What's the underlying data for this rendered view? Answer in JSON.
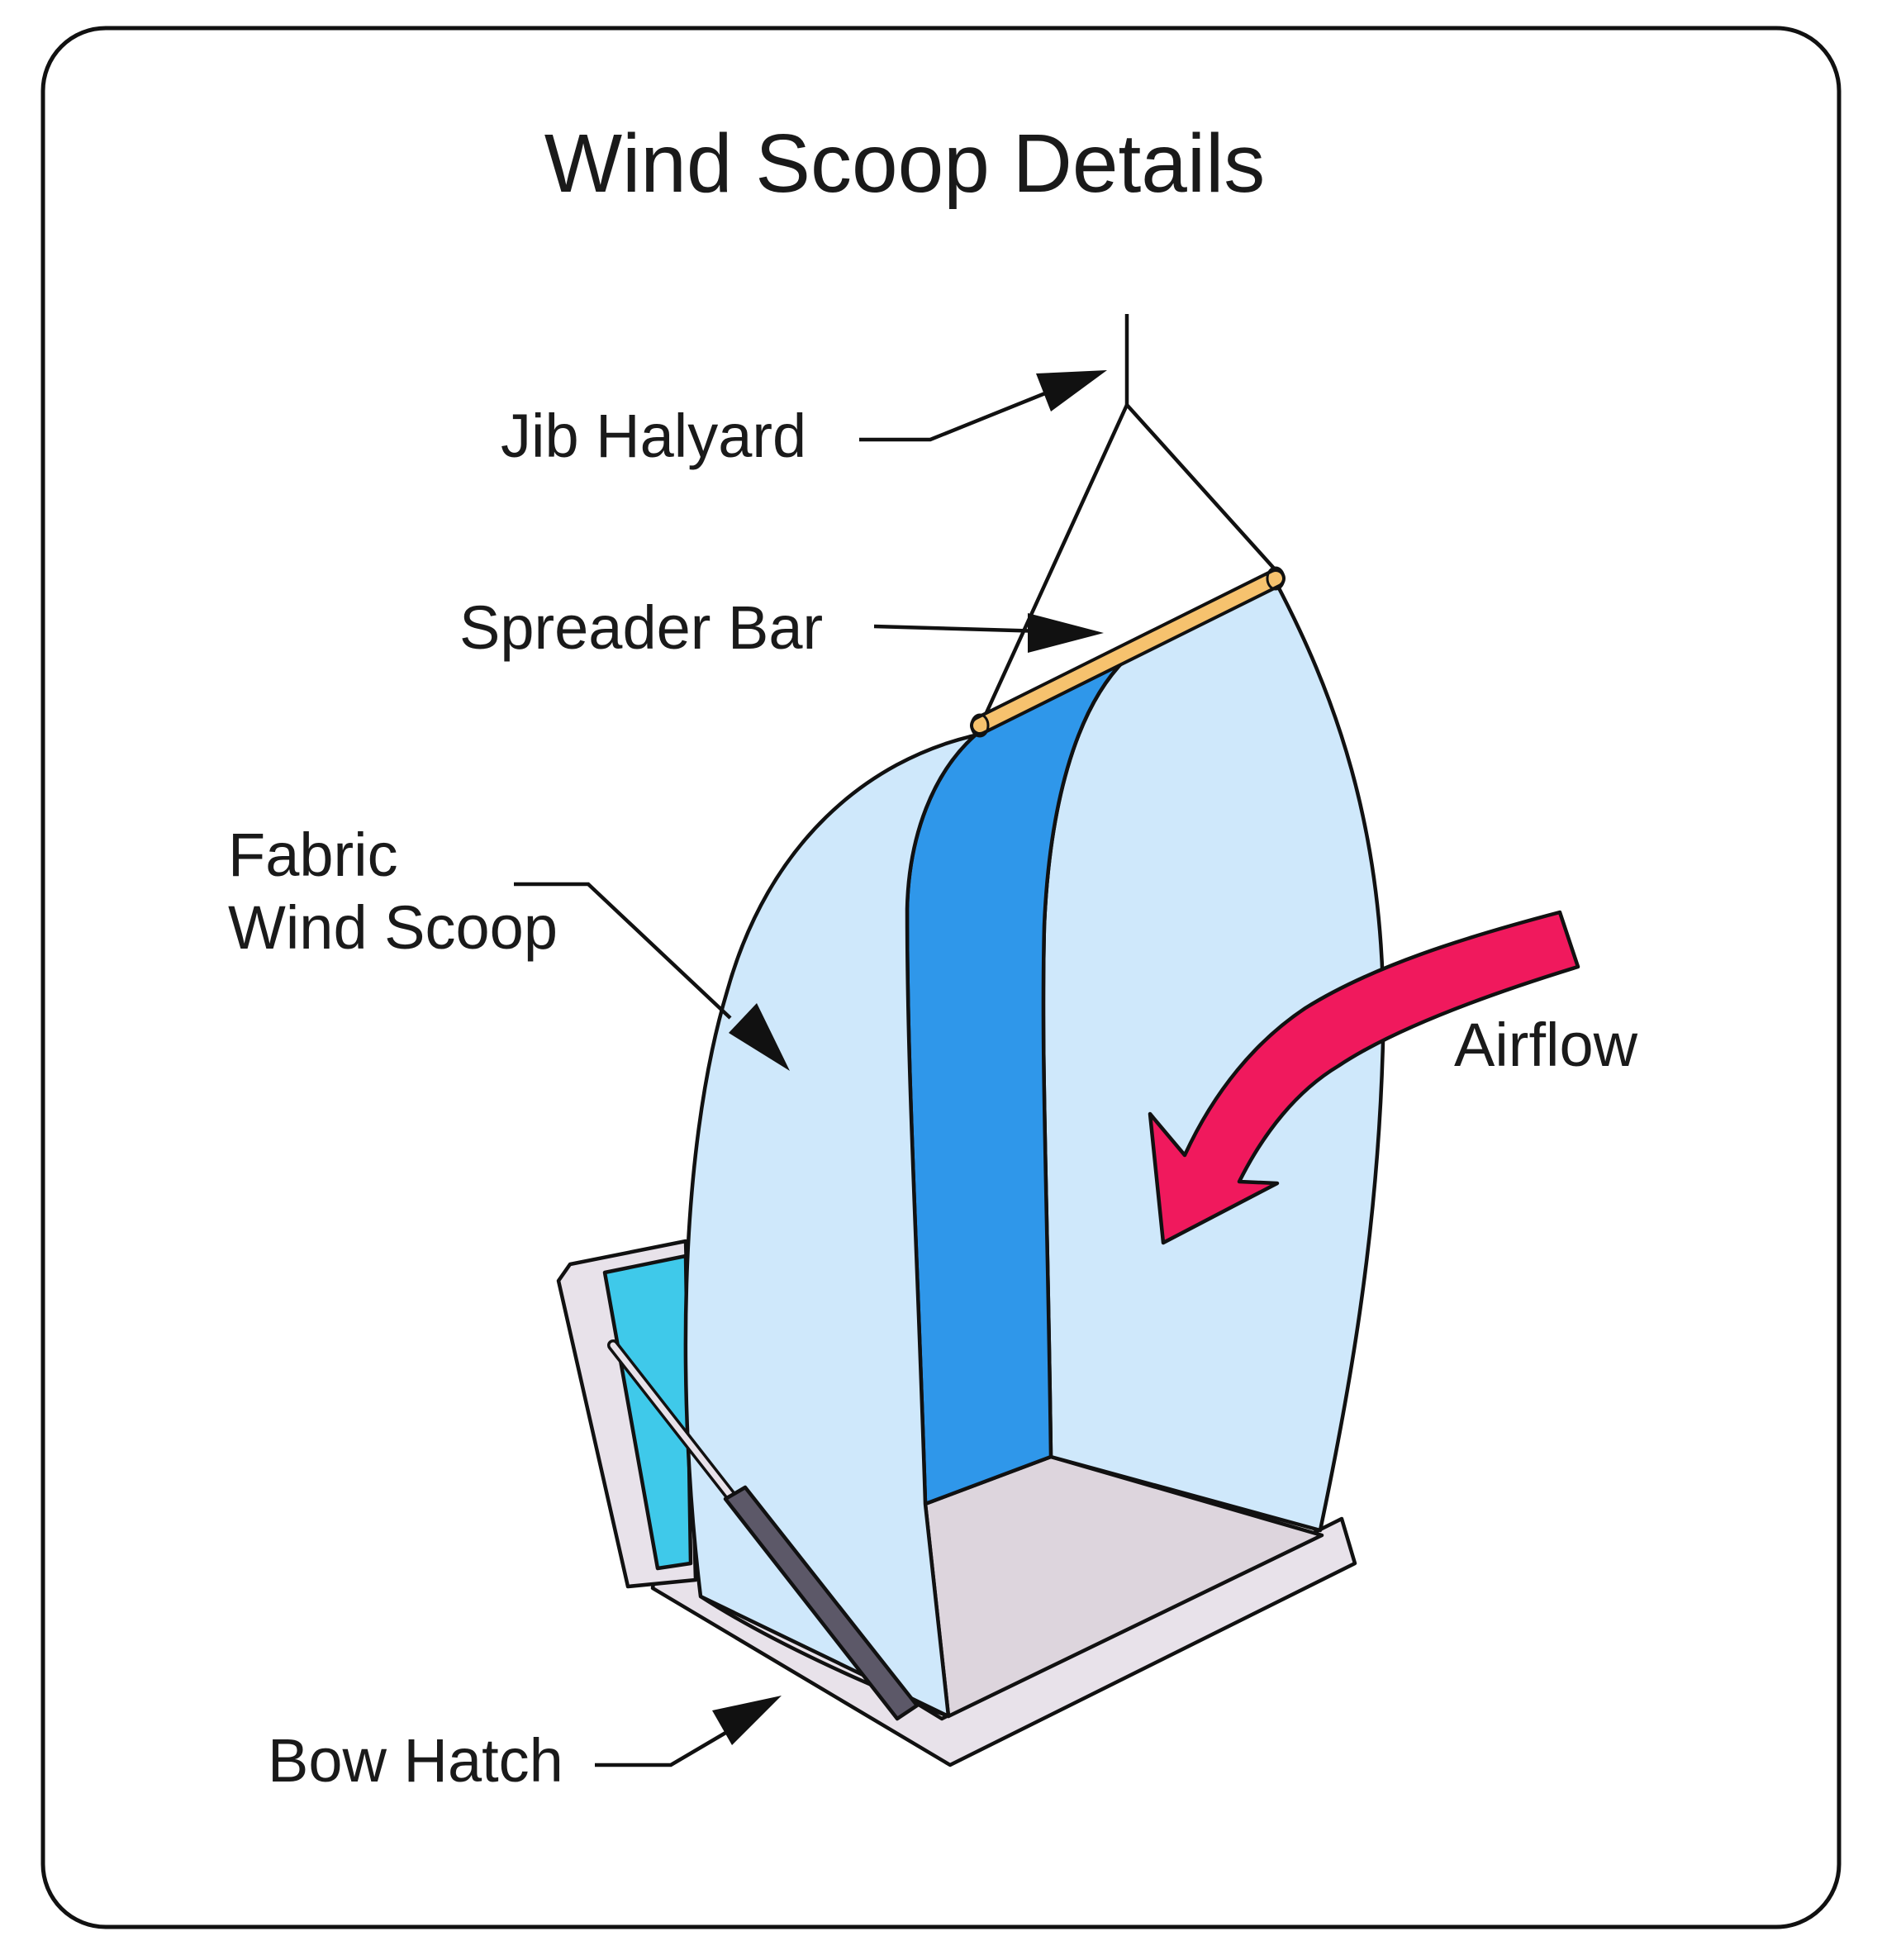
{
  "title": "Wind Scoop Details",
  "labels": {
    "jib_halyard": "Jib Halyard",
    "spreader_bar": "Spreader Bar",
    "fabric_line1": "Fabric",
    "fabric_line2": "Wind Scoop",
    "airflow": "Airflow",
    "bow_hatch": "Bow Hatch"
  },
  "colors": {
    "fabric_light": "#cfe8fb",
    "fabric_dark": "#2f97ea",
    "spreader_bar": "#f6c26e",
    "airflow_arrow": "#f0195d",
    "hatch_frame": "#e8e2ea",
    "hatch_floor": "#ddd5dd",
    "hatch_glass": "#3fc9ea",
    "prop_rod": "#5c5868"
  }
}
